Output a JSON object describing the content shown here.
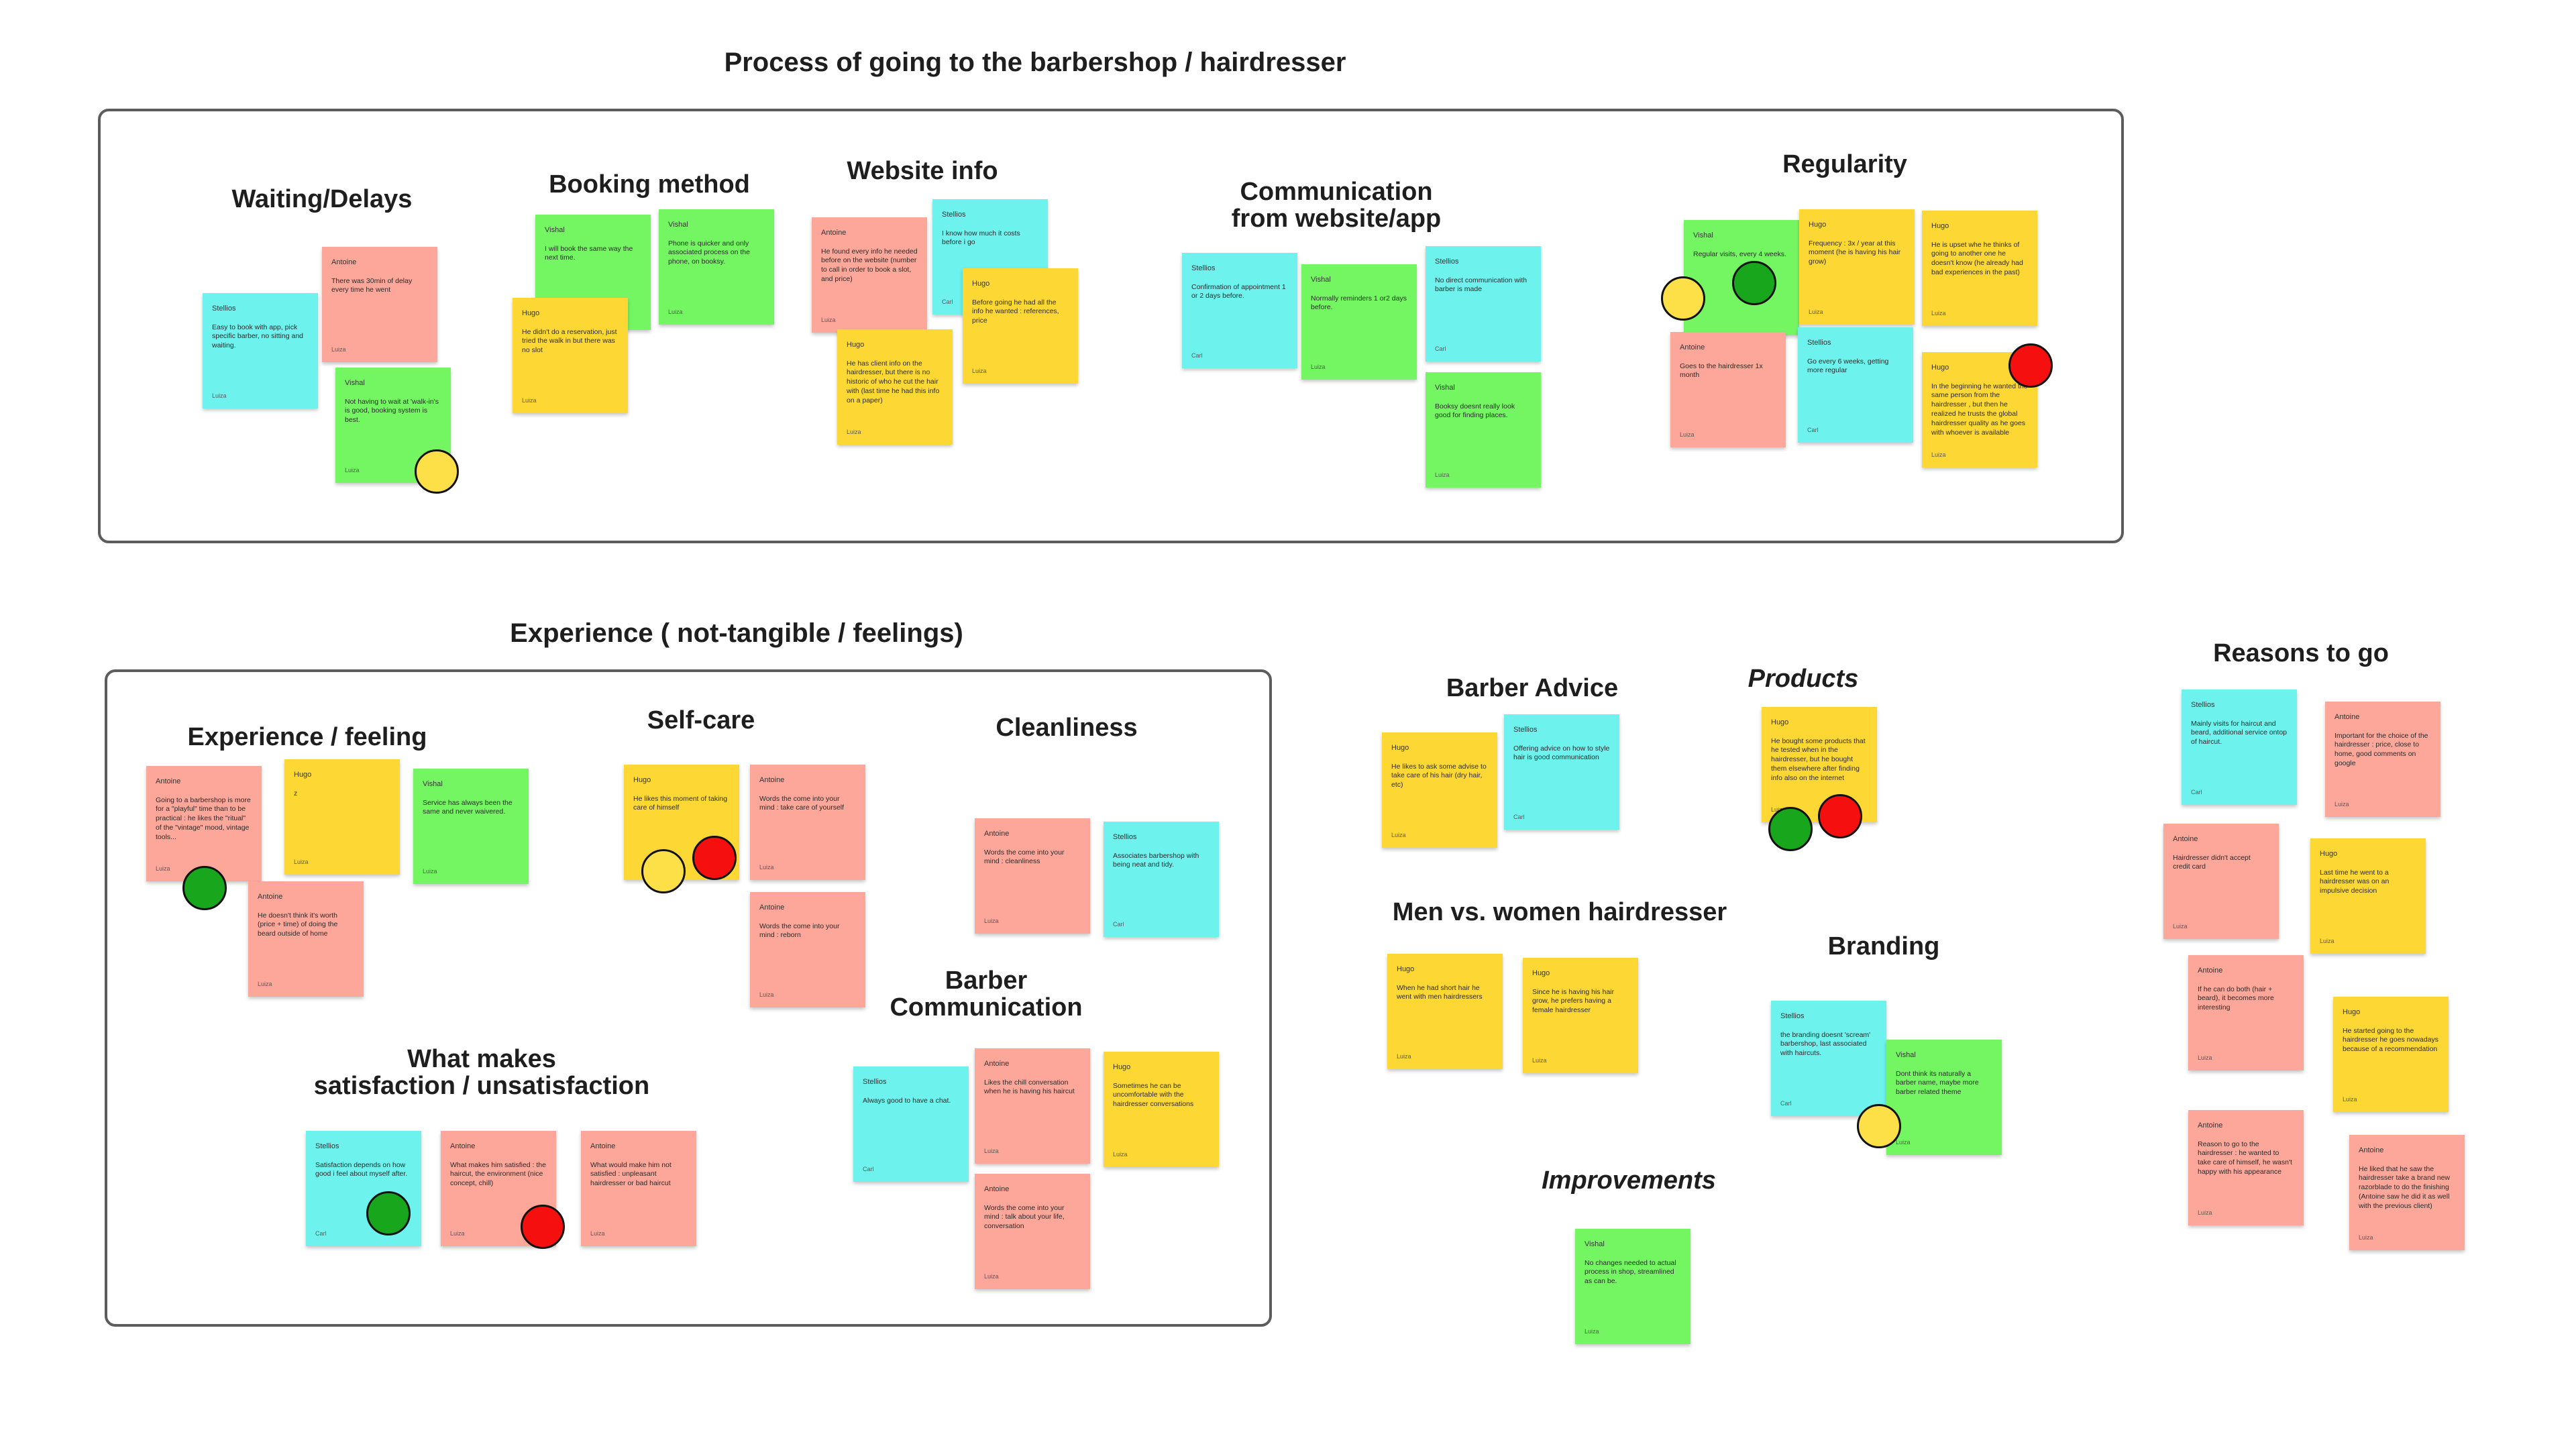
{
  "colors": {
    "yellow_note": "#fdd835",
    "green_note": "#74f562",
    "cyan_note": "#6df2ed",
    "red_note": "#fca79a",
    "yellow_dot": "#fde047",
    "green_dot": "#18a61c",
    "red_dot": "#f50f0f",
    "frame_border": "#5c5c5c"
  },
  "titles": {
    "process": "Process of going to the barbershop / hairdresser",
    "experience": "Experience ( not-tangible / feelings)"
  },
  "sections": {
    "waiting": "Waiting/Delays",
    "booking": "Booking method",
    "website": "Website info",
    "communication": "Communication\nfrom website/app",
    "regularity": "Regularity",
    "experience_feeling": "Experience / feeling",
    "selfcare": "Self-care",
    "cleanliness": "Cleanliness",
    "barber_communication": "Barber\nCommunication",
    "satisfaction": "What makes\nsatisfaction / unsatisfaction",
    "barber_advice": "Barber Advice",
    "products": "Products",
    "men_women": "Men vs. women hairdresser",
    "branding": "Branding",
    "improvements": "Improvements",
    "reasons": "Reasons to go"
  },
  "notes": [
    {
      "color": "cyan",
      "author": "Stellios",
      "text": "Easy to book with app, pick specific barber, no sitting and waiting.",
      "sig": "Luiza"
    },
    {
      "color": "red",
      "author": "Antoine",
      "text": "There was 30min of delay every time he went",
      "sig": "Luiza"
    },
    {
      "color": "green",
      "author": "Vishal",
      "text": "Not having to wait at 'walk-in's is good, booking system is best.",
      "sig": "Luiza"
    },
    {
      "color": "green",
      "author": "Vishal",
      "text": "I will book the same way the next time.",
      "sig": ""
    },
    {
      "color": "green",
      "author": "Vishal",
      "text": "Phone is quicker and only associated process on the phone, on booksy.",
      "sig": "Luiza"
    },
    {
      "color": "yellow",
      "author": "Hugo",
      "text": "He didn't do a reservation, just tried the walk in but there was no slot",
      "sig": "Luiza"
    },
    {
      "color": "red",
      "author": "Antoine",
      "text": "He found every info he needed before on the website (number to call in order to book a slot, and price)",
      "sig": "Luiza"
    },
    {
      "color": "cyan",
      "author": "Stellios",
      "text": "I know how much it costs before i go",
      "sig": "Carl"
    },
    {
      "color": "yellow",
      "author": "Hugo",
      "text": "Before going he had all the info he wanted : references, price",
      "sig": "Luiza"
    },
    {
      "color": "yellow",
      "author": "Hugo",
      "text": "He has client info on the hairdresser, but there is no historic of who he cut the hair with (last time he had this info on a paper)",
      "sig": "Luiza"
    },
    {
      "color": "cyan",
      "author": "Stellios",
      "text": "Confirmation of appointment 1 or 2 days before.",
      "sig": "Carl"
    },
    {
      "color": "green",
      "author": "Vishal",
      "text": "Normally reminders 1 or2 days before.",
      "sig": "Luiza"
    },
    {
      "color": "cyan",
      "author": "Stellios",
      "text": "No direct communication with barber is made",
      "sig": "Carl"
    },
    {
      "color": "green",
      "author": "Vishal",
      "text": "Booksy doesnt really look good for finding places.",
      "sig": "Luiza"
    },
    {
      "color": "green",
      "author": "Vishal",
      "text": "Regular visits, every 4 weeks.",
      "sig": ""
    },
    {
      "color": "yellow",
      "author": "Hugo",
      "text": "Frequency : 3x / year at this moment (he is having his hair grow)",
      "sig": "Luiza"
    },
    {
      "color": "yellow",
      "author": "Hugo",
      "text": "He is upset whe he thinks of going to another one he doesn't know (he already had bad experiences in the past)",
      "sig": "Luiza"
    },
    {
      "color": "red",
      "author": "Antoine",
      "text": "Goes to the hairdresser 1x month",
      "sig": "Luiza"
    },
    {
      "color": "cyan",
      "author": "Stellios",
      "text": "Go every 6 weeks, getting more regular",
      "sig": "Carl"
    },
    {
      "color": "yellow",
      "author": "Hugo",
      "text": "In the beginning he wanted the same person from the hairdresser , but then he realized he trusts the global hairdresser quality as he goes with whoever is available",
      "sig": "Luiza"
    },
    {
      "color": "red",
      "author": "Antoine",
      "text": "Going to a barbershop is more for a \"playful\" time than to be practical : he likes the \"ritual\" of the \"vintage\" mood, vintage tools...",
      "sig": "Luiza"
    },
    {
      "color": "yellow",
      "author": "Hugo",
      "text": "z",
      "sig": "Luiza"
    },
    {
      "color": "green",
      "author": "Vishal",
      "text": "Service has always been the same and never waivered.",
      "sig": "Luiza"
    },
    {
      "color": "red",
      "author": "Antoine",
      "text": "He doesn't think it's worth (price + time) of doing the beard outside of home",
      "sig": "Luiza"
    },
    {
      "color": "yellow",
      "author": "Hugo",
      "text": "He likes this moment of taking care of himself",
      "sig": ""
    },
    {
      "color": "red",
      "author": "Antoine",
      "text": "Words the come into your mind : take care of yourself",
      "sig": "Luiza"
    },
    {
      "color": "red",
      "author": "Antoine",
      "text": "Words the come into your mind : reborn",
      "sig": "Luiza"
    },
    {
      "color": "red",
      "author": "Antoine",
      "text": "Words the come into your mind : cleanliness",
      "sig": "Luiza"
    },
    {
      "color": "cyan",
      "author": "Stellios",
      "text": "Associates barbershop with being neat and tidy.",
      "sig": "Carl"
    },
    {
      "color": "cyan",
      "author": "Stellios",
      "text": "Always good to have a chat.",
      "sig": "Carl"
    },
    {
      "color": "red",
      "author": "Antoine",
      "text": "Likes the chill conversation when he is having his haircut",
      "sig": "Luiza"
    },
    {
      "color": "yellow",
      "author": "Hugo",
      "text": "Sometimes he can be uncomfortable with the hairdresser conversations",
      "sig": "Luiza"
    },
    {
      "color": "red",
      "author": "Antoine",
      "text": "Words the come into your mind : talk about your life, conversation",
      "sig": "Luiza"
    },
    {
      "color": "cyan",
      "author": "Stellios",
      "text": "Satisfaction depends on how good i feel about myself after.",
      "sig": "Carl"
    },
    {
      "color": "red",
      "author": "Antoine",
      "text": "What makes him satisfied : the haircut, the environment (nice concept, chill)",
      "sig": "Luiza"
    },
    {
      "color": "red",
      "author": "Antoine",
      "text": "What would make him not satisfied : unpleasant hairdresser or bad haircut",
      "sig": "Luiza"
    },
    {
      "color": "yellow",
      "author": "Hugo",
      "text": "He likes to ask some advise to take care of his hair (dry hair, etc)",
      "sig": "Luiza"
    },
    {
      "color": "cyan",
      "author": "Stellios",
      "text": "Offering advice on how to style hair is good communication",
      "sig": "Carl"
    },
    {
      "color": "yellow",
      "author": "Hugo",
      "text": "He bought some products that he tested when in the hairdresser, but he bought them elsewhere after finding info also on the internet",
      "sig": "Luiza"
    },
    {
      "color": "yellow",
      "author": "Hugo",
      "text": "When he had short hair he went with men hairdressers",
      "sig": "Luiza"
    },
    {
      "color": "yellow",
      "author": "Hugo",
      "text": "Since he is having his hair grow, he prefers having a female hairdresser",
      "sig": "Luiza"
    },
    {
      "color": "cyan",
      "author": "Stellios",
      "text": "the branding doesnt 'scream' barbershop, last associated with haircuts.",
      "sig": "Carl"
    },
    {
      "color": "green",
      "author": "Vishal",
      "text": "Dont think its naturally a barber name, maybe more barber related theme",
      "sig": "Luiza"
    },
    {
      "color": "green",
      "author": "Vishal",
      "text": "No changes needed to actual process in shop, streamlined as can be.",
      "sig": "Luiza"
    },
    {
      "color": "cyan",
      "author": "Stellios",
      "text": "Mainly visits for haircut and beard, additional service ontop of haircut.",
      "sig": "Carl"
    },
    {
      "color": "red",
      "author": "Antoine",
      "text": "Important for the choice of the hairdresser : price, close to home, good comments on google",
      "sig": "Luiza"
    },
    {
      "color": "red",
      "author": "Antoine",
      "text": "Hairdresser didn't accept credit card",
      "sig": "Luiza"
    },
    {
      "color": "yellow",
      "author": "Hugo",
      "text": "Last time he went to a hairdresser was on an impulsive decision",
      "sig": "Luiza"
    },
    {
      "color": "red",
      "author": "Antoine",
      "text": "If he can do both (hair + beard), it becomes more interesting",
      "sig": "Luiza"
    },
    {
      "color": "yellow",
      "author": "Hugo",
      "text": "He started going to the hairdresser he goes nowadays because of a recommendation",
      "sig": "Luiza"
    },
    {
      "color": "red",
      "author": "Antoine",
      "text": "Reason to go to the hairdresser : he wanted to take care of himself, he wasn't happy with his appearance",
      "sig": "Luiza"
    },
    {
      "color": "red",
      "author": "Antoine",
      "text": "He liked that he saw the hairdresser take a brand new razorblade to do the finishing (Antoine saw he did it as well with the previous client)",
      "sig": "Luiza"
    }
  ],
  "dots": [
    {
      "color": "yellow"
    },
    {
      "color": "yellow"
    },
    {
      "color": "green"
    },
    {
      "color": "red"
    },
    {
      "color": "green"
    },
    {
      "color": "yellow"
    },
    {
      "color": "red"
    },
    {
      "color": "green"
    },
    {
      "color": "red"
    },
    {
      "color": "green"
    },
    {
      "color": "red"
    },
    {
      "color": "yellow"
    }
  ]
}
